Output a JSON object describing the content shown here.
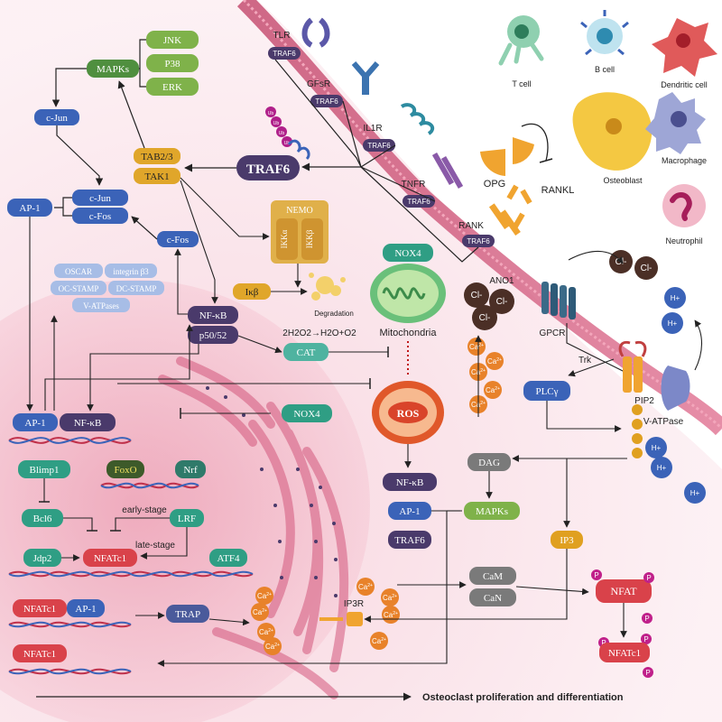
{
  "receptors": {
    "tlr": "TLR",
    "gfsr": "GFsR",
    "il1r": "IL1R",
    "tnfr": "TNFR",
    "rank": "RANK",
    "traf6": "TRAF6"
  },
  "mapk": {
    "title": "MAPKs",
    "jnk": "JNK",
    "p38": "P38",
    "erk": "ERK"
  },
  "nodes": {
    "cjun": "c-Jun",
    "cjun2": "c-Jun",
    "cfos": "c-Fos",
    "cfos2": "c-Fos",
    "ap1": "AP-1",
    "tab": "TAB2/3",
    "tak": "TAK1",
    "traf6": "TRAF6",
    "ub": "Ub",
    "nemo": "NEMO",
    "ikka": "IKKα",
    "ikkb": "IKKβ",
    "ikb": "Iκβ",
    "degradation": "Degradation",
    "oscar": "OSCAR",
    "integrin": "integrin β3",
    "ocstamp": "OC-STAMP",
    "dcstamp": "DC-STAMP",
    "vatpases": "V-ATPases",
    "nfkb": "NF-κB",
    "p5052": "p50/52",
    "nox4": "NOX4",
    "mito": "Mitochondria",
    "reaction": "2H2O2→H2O+O2",
    "cat": "CAT",
    "ap1_n": "AP-1",
    "nfkb_n": "NF-κB",
    "nox4b": "NOX4",
    "ros": "ROS",
    "blimp1": "Blimp1",
    "foxo": "FoxO",
    "nrf": "Nrf",
    "bcl6": "Bcl6",
    "lrf": "LRF",
    "early": "early-stage",
    "late": "late-stage",
    "jdp2": "Jdp2",
    "nfatc1": "NFATc1",
    "atf4": "ATF4",
    "nfatc1b": "NFATc1",
    "ap1b": "AP-1",
    "trap": "TRAP",
    "nfatc1c": "NFATc1",
    "nfkb2": "NF-κB",
    "ap12": "AP-1",
    "traf6b": "TRAF6",
    "mapks2": "MAPKs",
    "dag": "DAG",
    "ip3": "IP3",
    "ip3r": "IP3R",
    "cam": "CaM",
    "can": "CaN",
    "nfat": "NFAT",
    "nfatc1d": "NFATc1",
    "p": "P",
    "opg": "OPG",
    "rankl": "RANKL",
    "ano1": "ANO1",
    "cl": "Cl-",
    "ca": "Ca",
    "ca_sup": "2+",
    "gpcr": "GPCR",
    "trk": "Trk",
    "plcg": "PLCγ",
    "pip2": "PIP2",
    "vatpase": "V-ATPase",
    "h": "H+"
  },
  "cells": {
    "tcell": "T cell",
    "bcell": "B cell",
    "dendritic": "Dendritic cell",
    "osteoblast": "Osteoblast",
    "macrophage": "Macrophage",
    "neutrophil": "Neutrophil"
  },
  "footer": "Osteoclast proliferation and differentiation",
  "colors": {
    "green": "#4f8f3f",
    "blue": "#3b63b8",
    "gold": "#e0a62a",
    "purple": "#4a3a6b",
    "red": "#d9424a",
    "teal": "#2f9e84",
    "brown": "#4b2f26",
    "ca": "#e8822a",
    "pink": "#f6d3dc",
    "membrane": "#d96b8a"
  }
}
